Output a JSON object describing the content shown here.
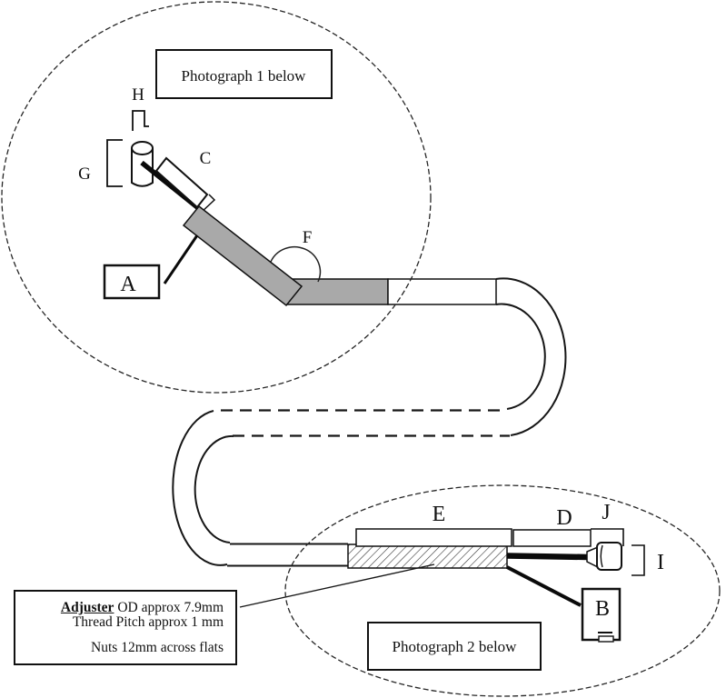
{
  "figure": {
    "photo1_box_label": "Photograph 1 below",
    "photo2_box_label": "Photograph 2 below"
  },
  "part_labels": {
    "a": "A",
    "b": "B",
    "c": "C",
    "d": "D",
    "e": "E",
    "f": "F",
    "g": "G",
    "h": "H",
    "i": "I",
    "j": "J"
  },
  "adjuster_note": {
    "term": "Adjuster",
    "line1_rest": " OD approx 7.9mm",
    "line2": "Thread Pitch approx 1 mm",
    "line3": "Nuts 12mm across flats"
  },
  "colors": {
    "sheath_gray": "#a9a9a9",
    "line": "#161616"
  }
}
